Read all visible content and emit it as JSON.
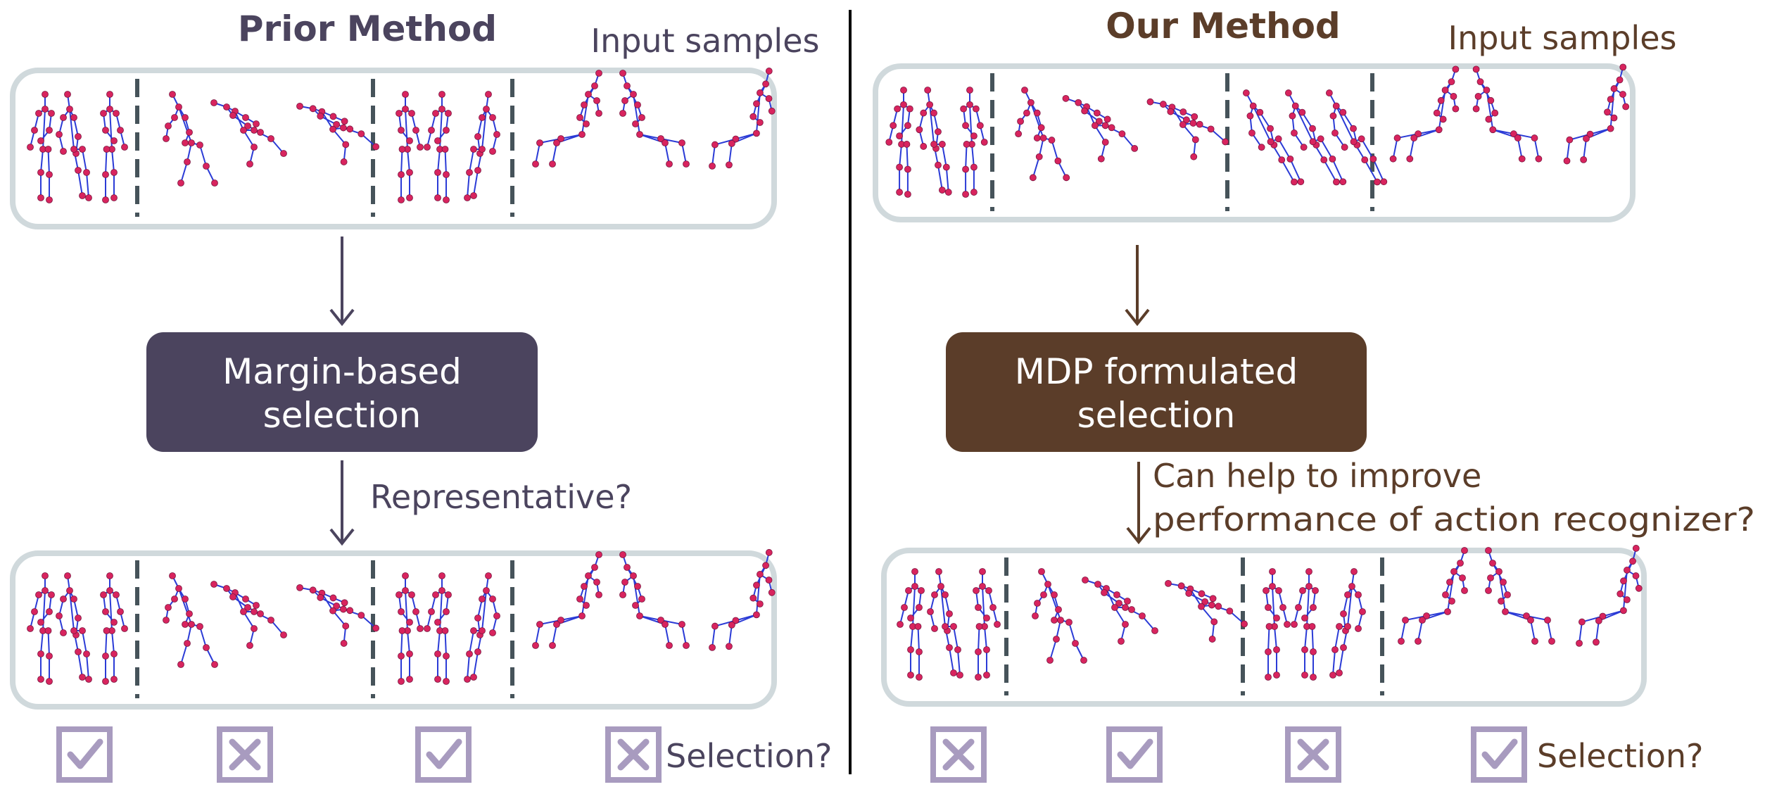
{
  "colors": {
    "left_accent": "#4b445e",
    "right_accent": "#5b3d29",
    "panel_border": "#d0d9dc",
    "divider": "#46535a",
    "checkbox": "#a89bbf",
    "skeleton_bone": "#2b3bd6",
    "skeleton_joint": "#d8245e"
  },
  "left": {
    "title": "Prior Method",
    "input_label": "Input samples",
    "process_line1": "Margin-based",
    "process_line2": "selection",
    "question": "Representative?",
    "selection_label": "Selection?",
    "checks": [
      "check",
      "cross",
      "check",
      "cross"
    ]
  },
  "right": {
    "title": "Our Method",
    "input_label": "Input samples",
    "process_line1": "MDP formulated",
    "process_line2": "selection",
    "question_line1": "Can help to improve",
    "question_line2": "performance of action recognizer?",
    "selection_label": "Selection?",
    "checks": [
      "cross",
      "check",
      "cross",
      "check"
    ]
  }
}
